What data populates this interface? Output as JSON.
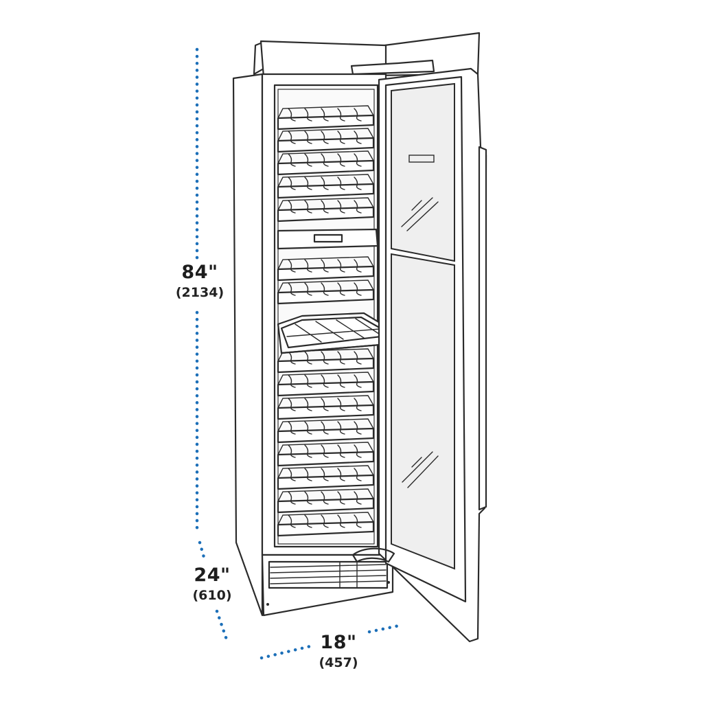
{
  "dimensions": {
    "height": {
      "imperial": "84\"",
      "metric": "(2134)"
    },
    "depth": {
      "imperial": "24\"",
      "metric": "(610)"
    },
    "width": {
      "imperial": "18\"",
      "metric": "(457)"
    }
  },
  "colors": {
    "dimension_dots": "#1c6fb8",
    "outline": "#2b2b2b",
    "glass": "#efefef"
  }
}
